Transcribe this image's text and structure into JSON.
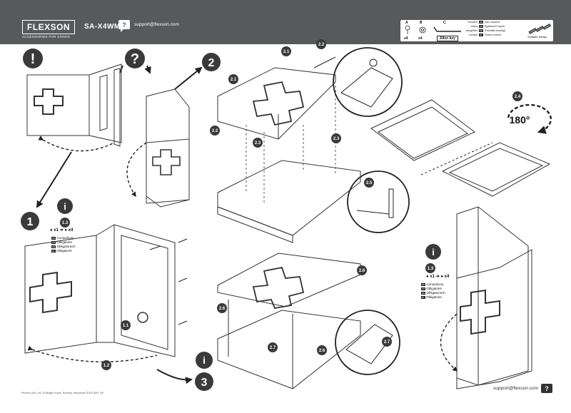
{
  "header": {
    "brand": "FLEXSON",
    "tagline": "ACCESSORIES FOR SONOS",
    "model": "SA-X4WM",
    "support_email": "support@flexson.com",
    "chat_icon": "?"
  },
  "parts": {
    "items": [
      {
        "letter": "A",
        "qty": "x4"
      },
      {
        "letter": "B",
        "qty": "x4"
      },
      {
        "letter": "C",
        "qty": "",
        "name": "Allen key"
      }
    ],
    "legend": [
      {
        "text": "Included",
        "code": "EN",
        "desc": "Also required"
      },
      {
        "text": "Inclus",
        "code": "FR",
        "desc": "Également requis"
      },
      {
        "text": "Inbegriffen",
        "code": "DE",
        "desc": "Ebenfalls benötigt"
      },
      {
        "text": "Inclusis",
        "code": "NL",
        "desc": "Tevens vereist"
      }
    ],
    "suitable_fixings": "Suitable fixings"
  },
  "steps": {
    "step1": "1",
    "step2": "2",
    "step3": "3",
    "warning_symbol": "!",
    "question_symbol": "?",
    "info_symbol": "i",
    "rotation": "180°",
    "sub_2_1": "2.1",
    "sub_2_2": "2.2",
    "sub_2_3": "2.3",
    "sub_2_4": "2.4",
    "sub_2_5": "2.5",
    "sub_2_6": "2.6",
    "sub_2_7": "2.7",
    "sub_1_1": "1.1",
    "sub_1_2": "1.2",
    "sub_1_3": "1.3"
  },
  "left_info": {
    "ratio_a": "x1",
    "ratio_b": "x4",
    "codes": [
      {
        "code": "EN",
        "text": "Compulsory"
      },
      {
        "code": "FR",
        "text": "Obligatoire"
      },
      {
        "code": "DE",
        "text": "Obligatorisch"
      },
      {
        "code": "NL",
        "text": "Obligatoire"
      }
    ]
  },
  "right_info": {
    "ratio_a": "x1",
    "ratio_b": "x4",
    "codes": [
      {
        "code": "EN",
        "text": "Compulsory"
      },
      {
        "code": "FR",
        "text": "Obligatoire"
      },
      {
        "code": "DE",
        "text": "Obligatorisch"
      },
      {
        "code": "NL",
        "text": "Obligatoire"
      }
    ]
  },
  "footer": {
    "address": "Flexson (UK) Ltd, 10 Bridge House, Romsey, Hampshire SO51 8FR, UK",
    "support_email": "support@flexson.com",
    "chat_icon": "?"
  }
}
